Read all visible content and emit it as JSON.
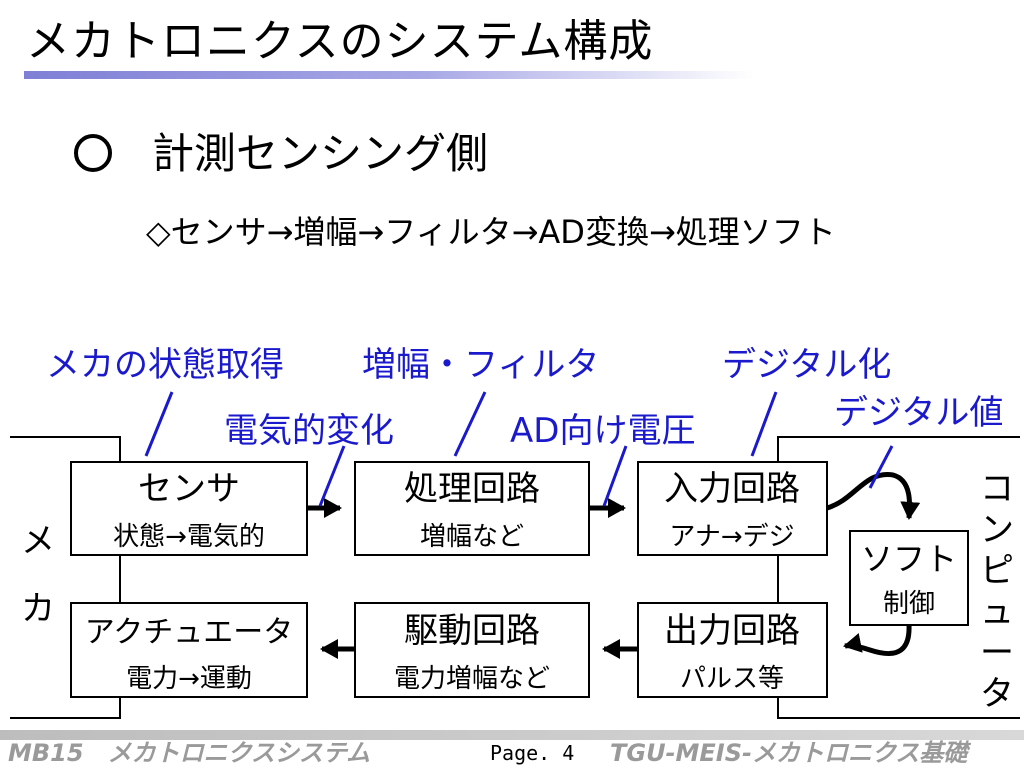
{
  "title": "メカトロニクスのシステム構成",
  "heading": "計測センシング側",
  "subheading": "◇センサ→増幅→フィルタ→AD変換→処理ソフト",
  "diagram": {
    "side_labels": {
      "left": [
        "メ",
        "カ"
      ],
      "right": [
        "コ",
        "ン",
        "ピ",
        "ュ",
        "ー",
        "タ"
      ]
    },
    "boxes": [
      {
        "title": "センサ",
        "sub": "状態→電気的"
      },
      {
        "title": "処理回路",
        "sub": "増幅など"
      },
      {
        "title": "入力回路",
        "sub": "アナ→デジ"
      },
      {
        "title": "ソフト",
        "sub": "制御"
      },
      {
        "title": "出力回路",
        "sub": "パルス等"
      },
      {
        "title": "駆動回路",
        "sub": "電力増幅など"
      },
      {
        "title": "アクチュエータ",
        "sub": "電力→運動"
      }
    ],
    "annotations": [
      "メカの状態取得",
      "増幅・フィルタ",
      "デジタル化",
      "電気的変化",
      "AD向け電圧",
      "デジタル値"
    ],
    "annotation_color": "#1a1acc"
  },
  "footer": {
    "left": "MB15　メカトロニクスシステム",
    "page": "Page. 4",
    "right": "TGU-MEIS-メカトロニクス基礎"
  }
}
